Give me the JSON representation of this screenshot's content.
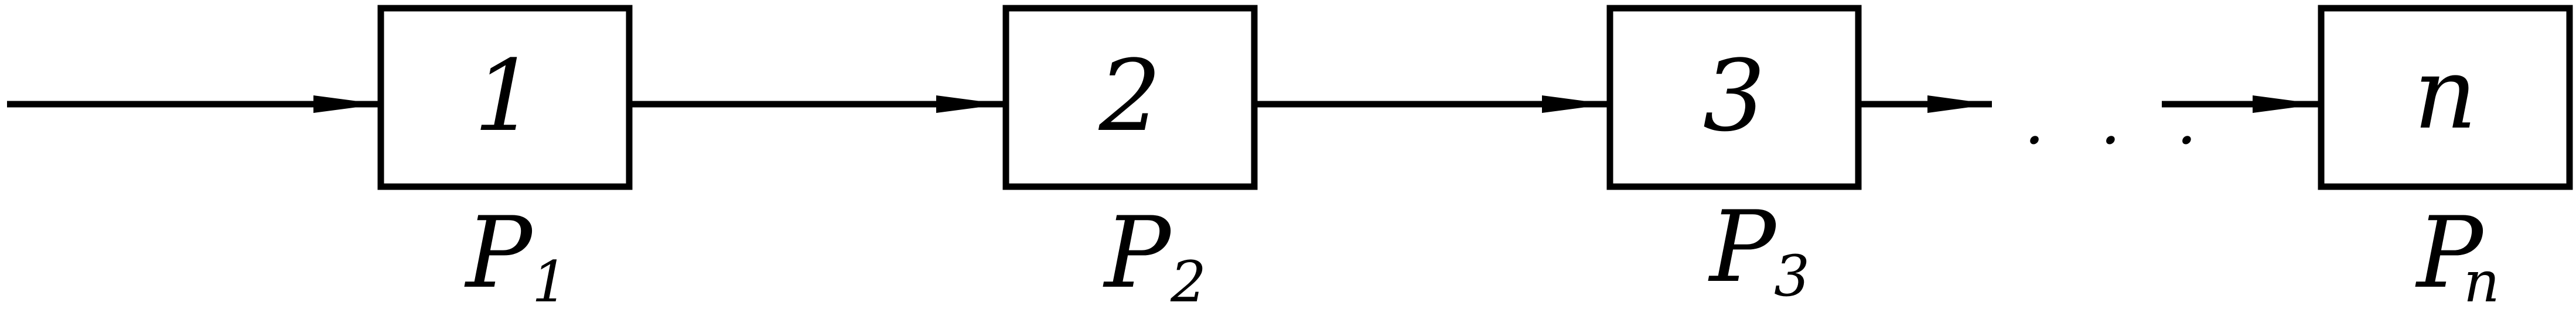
{
  "diagram": {
    "blocks": [
      {
        "label": "1",
        "prob": "P",
        "sub": "1"
      },
      {
        "label": "2",
        "prob": "P",
        "sub": "2"
      },
      {
        "label": "3",
        "prob": "P",
        "sub": "3"
      },
      {
        "label": "n",
        "prob": "P",
        "sub": "n"
      }
    ],
    "ellipsis": ". . .",
    "colors": {
      "stroke": "#000000",
      "background": "#ffffff"
    }
  }
}
